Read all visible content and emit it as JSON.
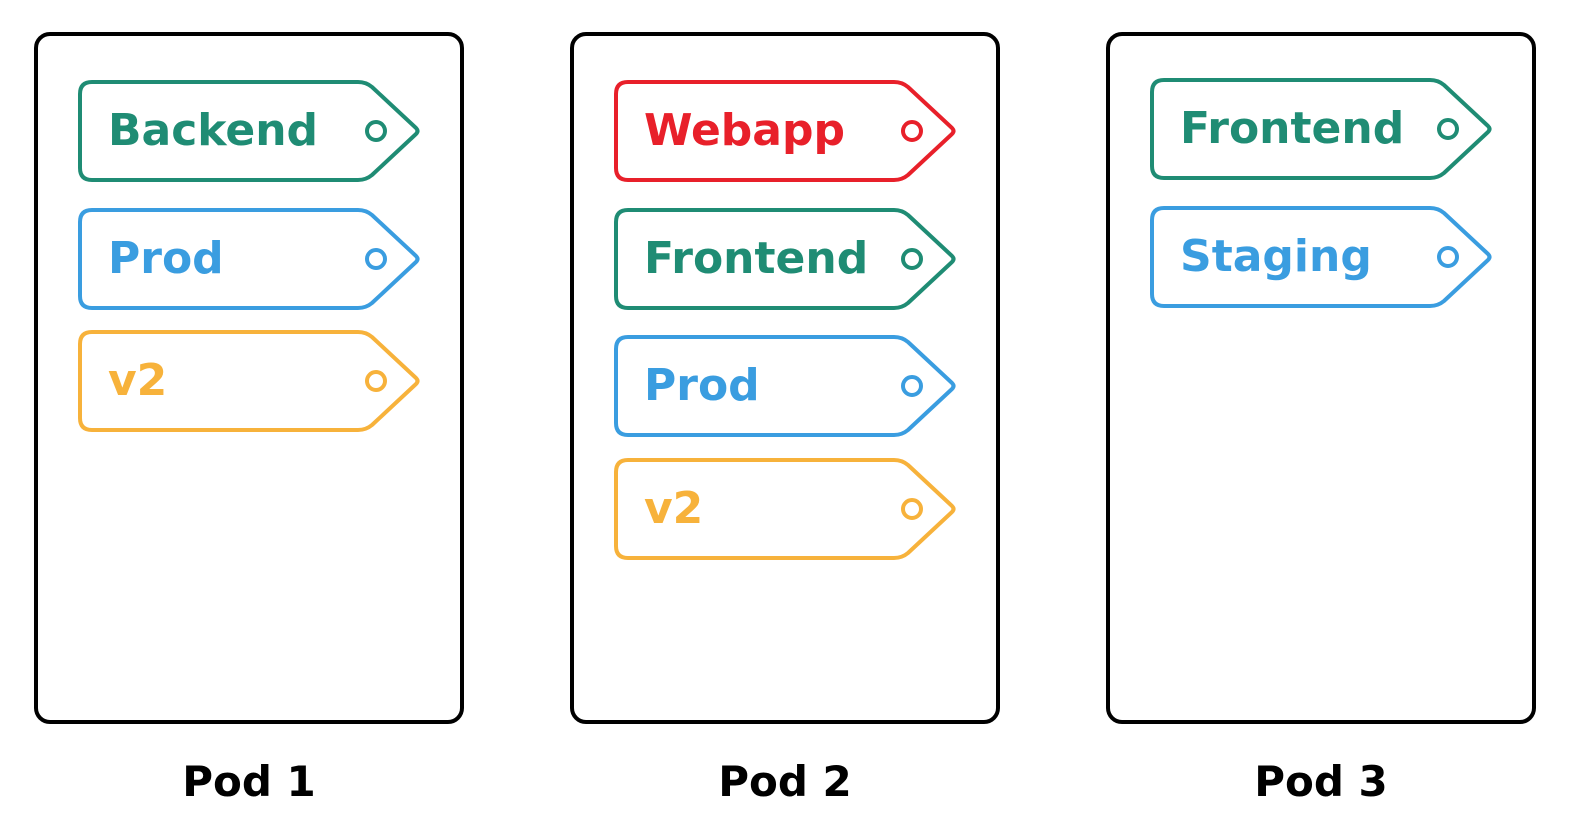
{
  "colors": {
    "green": "#1f8c74",
    "blue": "#3a9de0",
    "orange": "#f7b23b",
    "red": "#e8202a",
    "border": "#000000"
  },
  "pods": [
    {
      "name": "Pod 1",
      "labels": [
        {
          "text": "Backend",
          "color": "green"
        },
        {
          "text": "Prod",
          "color": "blue"
        },
        {
          "text": "v2",
          "color": "orange"
        }
      ]
    },
    {
      "name": "Pod 2",
      "labels": [
        {
          "text": "Webapp",
          "color": "red"
        },
        {
          "text": "Frontend",
          "color": "green"
        },
        {
          "text": "Prod",
          "color": "blue"
        },
        {
          "text": "v2",
          "color": "orange"
        }
      ]
    },
    {
      "name": "Pod 3",
      "labels": [
        {
          "text": "Frontend",
          "color": "green"
        },
        {
          "text": "Staging",
          "color": "blue"
        }
      ]
    }
  ]
}
